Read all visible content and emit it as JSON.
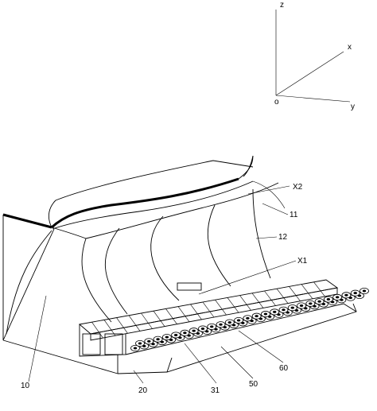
{
  "axes": {
    "z": "z",
    "x": "x",
    "y": "y",
    "origin": "o"
  },
  "labels": {
    "x2": "X2",
    "x1": "X1",
    "l11": "11",
    "l12": "12",
    "l10": "10",
    "l20": "20",
    "l31": "31",
    "l50": "50",
    "l60": "60"
  }
}
